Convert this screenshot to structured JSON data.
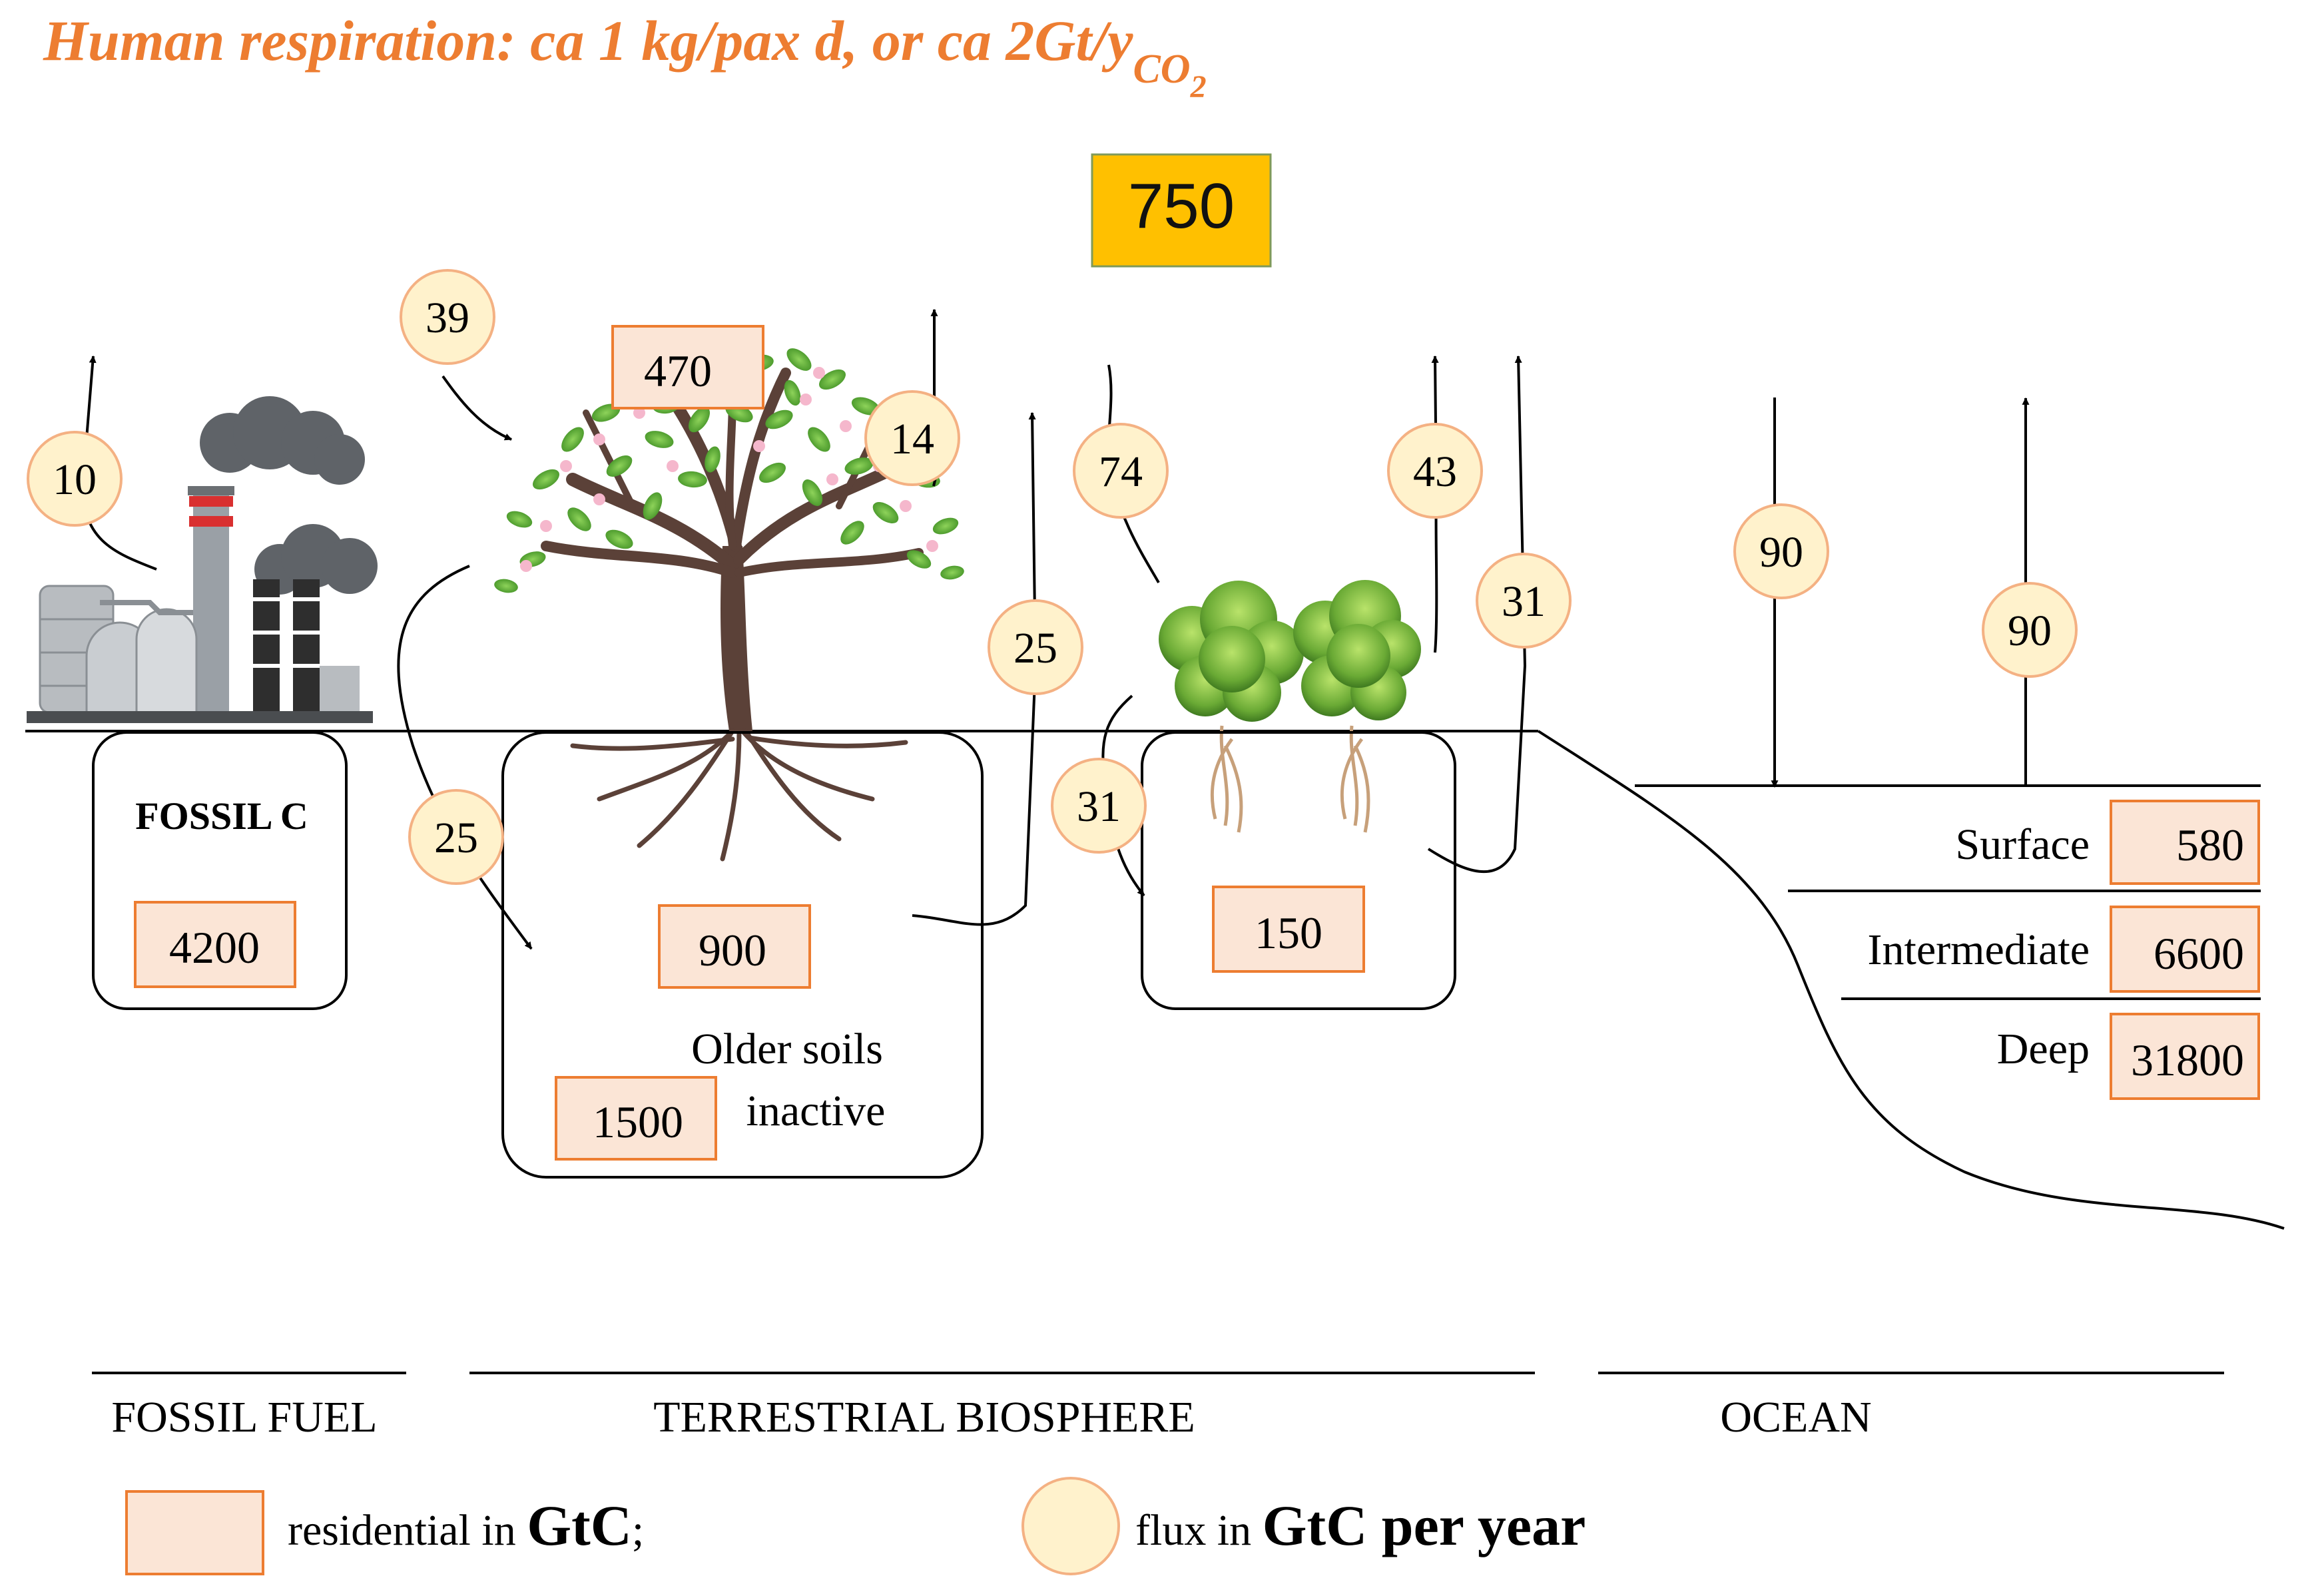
{
  "title": {
    "main": "Human respiration: ca 1 kg/pax d, or ca 2Gt/y",
    "sub": "CO",
    "sub2": "2"
  },
  "atmosphere": {
    "value": "750"
  },
  "pools": {
    "fossil_label": "FOSSIL C",
    "fossil": "4200",
    "vegetation": "470",
    "soils": "900",
    "older_soils_label_1": "Older soils",
    "older_soils_label_2": "inactive",
    "older_soils": "1500",
    "crop_soils": "150",
    "ocean_surface_label": "Surface",
    "ocean_surface": "580",
    "ocean_intermediate_label": "Intermediate",
    "ocean_intermediate": "6600",
    "ocean_deep_label": "Deep",
    "ocean_deep": "31800"
  },
  "fluxes": {
    "fossil": "10",
    "photosynthesis": "39",
    "plant_resp": "14",
    "litter": "25",
    "soil_resp": "25",
    "crop_uptake": "74",
    "crop_litter": "31",
    "crop_resp": "43",
    "crop_soil_resp": "31",
    "ocean_in": "90",
    "ocean_out": "90"
  },
  "sections": {
    "fossil_fuel": "FOSSIL FUEL",
    "terrestrial": "TERRESTRIAL BIOSPHERE",
    "ocean": "OCEAN"
  },
  "legend": {
    "reservoir_text": "residential in ",
    "reservoir_unit": "GtC",
    "reservoir_end": ";",
    "flux_text": "flux in ",
    "flux_unit": "GtC per year"
  },
  "colors": {
    "title": "#ED7D31",
    "atmosphere_fill": "#FFC000",
    "reservoir_fill": "#FBE5D6",
    "reservoir_stroke": "#ED7D31",
    "flux_fill": "#FFF2CC",
    "flux_stroke": "#F4B183"
  }
}
